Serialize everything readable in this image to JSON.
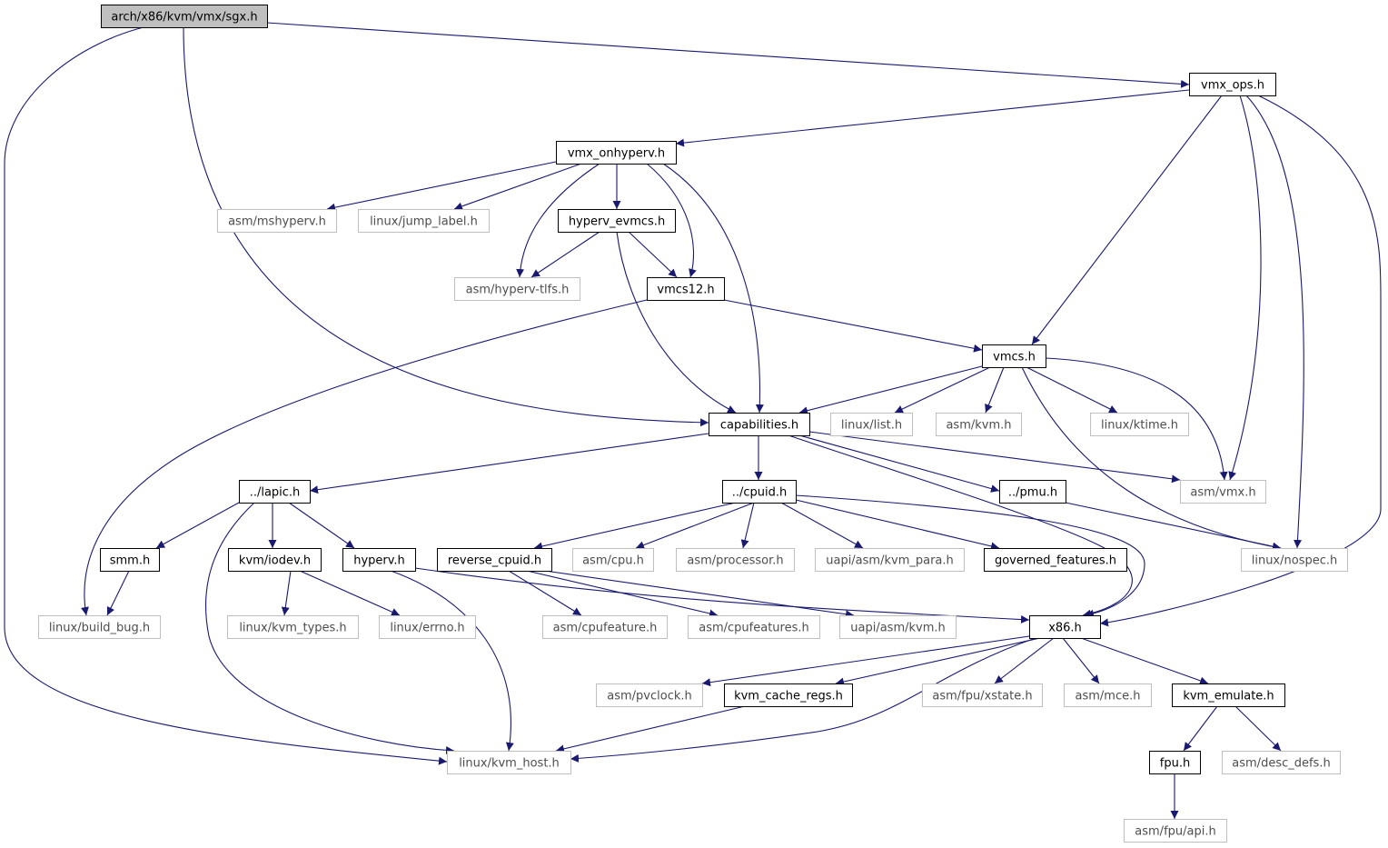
{
  "graph": {
    "type": "include-dependency-graph",
    "colors": {
      "edge": "#191970",
      "root_fill": "#bfbfbf",
      "local_border": "#000000",
      "external_border": "#bfbfbf",
      "external_text": "#4d4d4d"
    },
    "nodes": [
      {
        "id": "sgx",
        "label": "arch/x86/kvm/vmx/sgx.h",
        "kind": "root"
      },
      {
        "id": "vmx_ops",
        "label": "vmx_ops.h",
        "kind": "local"
      },
      {
        "id": "vmx_onhyperv",
        "label": "vmx_onhyperv.h",
        "kind": "local"
      },
      {
        "id": "asm_mshyperv",
        "label": "asm/mshyperv.h",
        "kind": "external"
      },
      {
        "id": "linux_jump_label",
        "label": "linux/jump_label.h",
        "kind": "external"
      },
      {
        "id": "hyperv_evmcs",
        "label": "hyperv_evmcs.h",
        "kind": "local"
      },
      {
        "id": "asm_hyperv_tlfs",
        "label": "asm/hyperv-tlfs.h",
        "kind": "external"
      },
      {
        "id": "vmcs12",
        "label": "vmcs12.h",
        "kind": "local"
      },
      {
        "id": "vmcs",
        "label": "vmcs.h",
        "kind": "local"
      },
      {
        "id": "capabilities",
        "label": "capabilities.h",
        "kind": "local"
      },
      {
        "id": "linux_list",
        "label": "linux/list.h",
        "kind": "external"
      },
      {
        "id": "asm_kvm",
        "label": "asm/kvm.h",
        "kind": "external"
      },
      {
        "id": "linux_ktime",
        "label": "linux/ktime.h",
        "kind": "external"
      },
      {
        "id": "lapic",
        "label": "../lapic.h",
        "kind": "local"
      },
      {
        "id": "cpuid",
        "label": "../cpuid.h",
        "kind": "local"
      },
      {
        "id": "pmu",
        "label": "../pmu.h",
        "kind": "local"
      },
      {
        "id": "asm_vmx",
        "label": "asm/vmx.h",
        "kind": "external"
      },
      {
        "id": "smm",
        "label": "smm.h",
        "kind": "local"
      },
      {
        "id": "kvm_iodev",
        "label": "kvm/iodev.h",
        "kind": "local"
      },
      {
        "id": "hyperv",
        "label": "hyperv.h",
        "kind": "local"
      },
      {
        "id": "reverse_cpuid",
        "label": "reverse_cpuid.h",
        "kind": "local"
      },
      {
        "id": "asm_cpu",
        "label": "asm/cpu.h",
        "kind": "external"
      },
      {
        "id": "asm_processor",
        "label": "asm/processor.h",
        "kind": "external"
      },
      {
        "id": "uapi_kvm_para",
        "label": "uapi/asm/kvm_para.h",
        "kind": "external"
      },
      {
        "id": "governed_features",
        "label": "governed_features.h",
        "kind": "local"
      },
      {
        "id": "linux_nospec",
        "label": "linux/nospec.h",
        "kind": "external"
      },
      {
        "id": "linux_build_bug",
        "label": "linux/build_bug.h",
        "kind": "external"
      },
      {
        "id": "linux_kvm_types",
        "label": "linux/kvm_types.h",
        "kind": "external"
      },
      {
        "id": "linux_errno",
        "label": "linux/errno.h",
        "kind": "external"
      },
      {
        "id": "asm_cpufeature",
        "label": "asm/cpufeature.h",
        "kind": "external"
      },
      {
        "id": "asm_cpufeatures",
        "label": "asm/cpufeatures.h",
        "kind": "external"
      },
      {
        "id": "uapi_asm_kvm",
        "label": "uapi/asm/kvm.h",
        "kind": "external"
      },
      {
        "id": "x86",
        "label": "x86.h",
        "kind": "local"
      },
      {
        "id": "asm_pvclock",
        "label": "asm/pvclock.h",
        "kind": "external"
      },
      {
        "id": "kvm_cache_regs",
        "label": "kvm_cache_regs.h",
        "kind": "local"
      },
      {
        "id": "asm_fpu_xstate",
        "label": "asm/fpu/xstate.h",
        "kind": "external"
      },
      {
        "id": "asm_mce",
        "label": "asm/mce.h",
        "kind": "external"
      },
      {
        "id": "kvm_emulate",
        "label": "kvm_emulate.h",
        "kind": "local"
      },
      {
        "id": "linux_kvm_host",
        "label": "linux/kvm_host.h",
        "kind": "external"
      },
      {
        "id": "fpu",
        "label": "fpu.h",
        "kind": "local"
      },
      {
        "id": "asm_desc_defs",
        "label": "asm/desc_defs.h",
        "kind": "external"
      },
      {
        "id": "asm_fpu_api",
        "label": "asm/fpu/api.h",
        "kind": "external"
      }
    ],
    "edges": [
      [
        "sgx",
        "vmx_ops"
      ],
      [
        "sgx",
        "capabilities"
      ],
      [
        "sgx",
        "linux_kvm_host"
      ],
      [
        "vmx_ops",
        "vmx_onhyperv"
      ],
      [
        "vmx_ops",
        "vmcs"
      ],
      [
        "vmx_ops",
        "asm_vmx"
      ],
      [
        "vmx_ops",
        "linux_nospec"
      ],
      [
        "vmx_ops",
        "x86"
      ],
      [
        "vmx_onhyperv",
        "asm_mshyperv"
      ],
      [
        "vmx_onhyperv",
        "linux_jump_label"
      ],
      [
        "vmx_onhyperv",
        "asm_hyperv_tlfs"
      ],
      [
        "vmx_onhyperv",
        "hyperv_evmcs"
      ],
      [
        "vmx_onhyperv",
        "vmcs12"
      ],
      [
        "vmx_onhyperv",
        "capabilities"
      ],
      [
        "hyperv_evmcs",
        "asm_hyperv_tlfs"
      ],
      [
        "hyperv_evmcs",
        "vmcs12"
      ],
      [
        "hyperv_evmcs",
        "capabilities"
      ],
      [
        "vmcs12",
        "vmcs"
      ],
      [
        "vmcs12",
        "linux_build_bug"
      ],
      [
        "vmcs",
        "capabilities"
      ],
      [
        "vmcs",
        "linux_list"
      ],
      [
        "vmcs",
        "asm_kvm"
      ],
      [
        "vmcs",
        "linux_ktime"
      ],
      [
        "vmcs",
        "asm_vmx"
      ],
      [
        "vmcs",
        "linux_nospec"
      ],
      [
        "capabilities",
        "lapic"
      ],
      [
        "capabilities",
        "cpuid"
      ],
      [
        "capabilities",
        "pmu"
      ],
      [
        "capabilities",
        "asm_vmx"
      ],
      [
        "capabilities",
        "x86"
      ],
      [
        "lapic",
        "smm"
      ],
      [
        "lapic",
        "kvm_iodev"
      ],
      [
        "lapic",
        "hyperv"
      ],
      [
        "lapic",
        "linux_kvm_host"
      ],
      [
        "smm",
        "linux_build_bug"
      ],
      [
        "kvm_iodev",
        "linux_kvm_types"
      ],
      [
        "kvm_iodev",
        "linux_errno"
      ],
      [
        "hyperv",
        "x86"
      ],
      [
        "hyperv",
        "linux_kvm_host"
      ],
      [
        "cpuid",
        "reverse_cpuid"
      ],
      [
        "cpuid",
        "asm_cpu"
      ],
      [
        "cpuid",
        "asm_processor"
      ],
      [
        "cpuid",
        "uapi_kvm_para"
      ],
      [
        "cpuid",
        "governed_features"
      ],
      [
        "cpuid",
        "x86"
      ],
      [
        "pmu",
        "linux_nospec"
      ],
      [
        "reverse_cpuid",
        "asm_cpufeature"
      ],
      [
        "reverse_cpuid",
        "asm_cpufeatures"
      ],
      [
        "reverse_cpuid",
        "uapi_asm_kvm"
      ],
      [
        "x86",
        "asm_pvclock"
      ],
      [
        "x86",
        "kvm_cache_regs"
      ],
      [
        "x86",
        "asm_fpu_xstate"
      ],
      [
        "x86",
        "asm_mce"
      ],
      [
        "x86",
        "kvm_emulate"
      ],
      [
        "x86",
        "linux_kvm_host"
      ],
      [
        "kvm_cache_regs",
        "linux_kvm_host"
      ],
      [
        "kvm_emulate",
        "fpu"
      ],
      [
        "kvm_emulate",
        "asm_desc_defs"
      ],
      [
        "fpu",
        "asm_fpu_api"
      ]
    ]
  }
}
